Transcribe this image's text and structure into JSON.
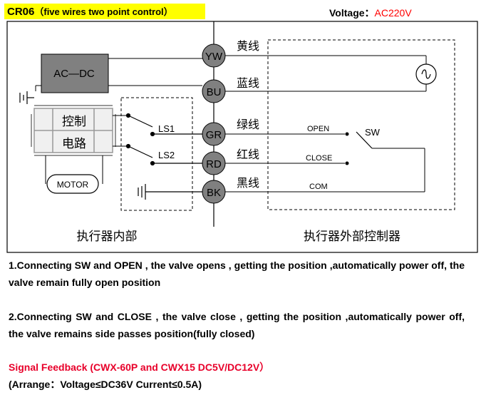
{
  "header": {
    "model": "CR06",
    "subtitle": "（five wires two point control）",
    "voltage_label": "Voltage：",
    "voltage_value": "AC220V"
  },
  "diagram": {
    "power_module": "AC—DC",
    "control_line1": "控制",
    "control_line2": "电路",
    "motor": "MOTOR",
    "switch1": "LS1",
    "switch2": "LS2",
    "terminals": [
      "YW",
      "BU",
      "GR",
      "RD",
      "BK"
    ],
    "wire_names": [
      "黄线",
      "蓝线",
      "绿线",
      "红线",
      "黑线"
    ],
    "open_label": "OPEN",
    "close_label": "CLOSE",
    "com_label": "COM",
    "sw_label": "SW",
    "inside_label": "执行器内部",
    "outside_label": "执行器外部控制器"
  },
  "notes": [
    "1.Connecting SW and OPEN , the valve opens , getting the position ,automatically power off, the valve remain fully open position",
    "2.Connecting SW and CLOSE , the valve close , getting the position ,automatically power off, the valve remains side passes position(fully closed)"
  ],
  "signal_feedback": "Signal Feedback (CWX-60P and CWX15 DC5V/DC12V）",
  "arrange": "(Arrange：Voltage≤DC36V   Current≤0.5A)",
  "colors": {
    "highlight": "#ffff00",
    "accent_red": "#e8002a",
    "terminal_fill": "#808080",
    "module_fill": "#808080"
  }
}
